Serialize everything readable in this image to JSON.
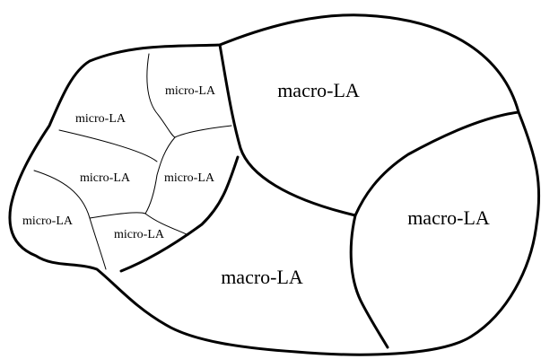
{
  "diagram": {
    "macro_regions": [
      {
        "label": "macro-LA"
      },
      {
        "label": "macro-LA"
      },
      {
        "label": "macro-LA"
      }
    ],
    "micro_regions": [
      {
        "label": "micro-LA"
      },
      {
        "label": "micro-LA"
      },
      {
        "label": "micro-LA"
      },
      {
        "label": "micro-LA"
      },
      {
        "label": "micro-LA"
      },
      {
        "label": "micro-LA"
      }
    ],
    "colors": {
      "line": "#000000",
      "background": "#ffffff"
    }
  }
}
